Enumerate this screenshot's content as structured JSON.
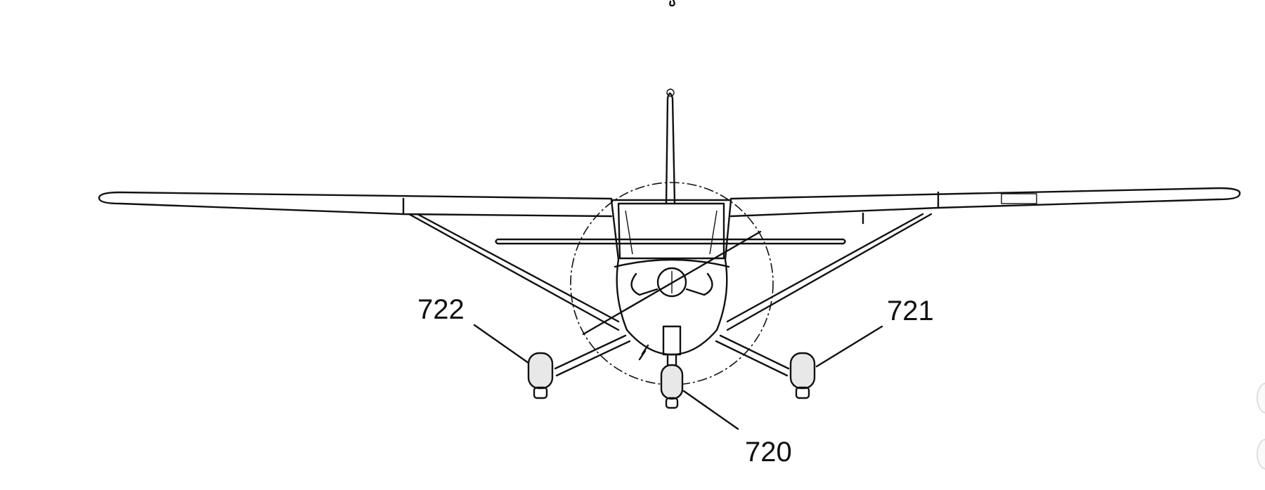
{
  "figure": {
    "reference_labels": {
      "right_wheel": "721",
      "left_wheel": "722",
      "nose_wheel": "720"
    },
    "colors": {
      "line": "#111111",
      "background": "#ffffff"
    }
  }
}
